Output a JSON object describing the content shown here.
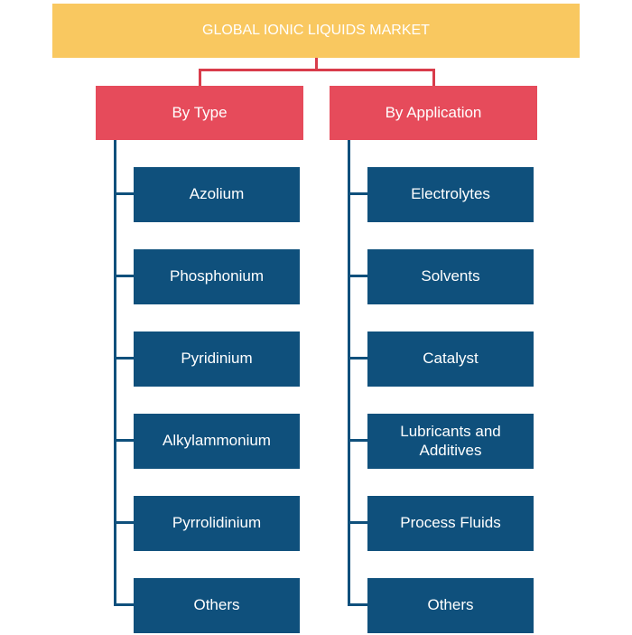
{
  "root": {
    "label": "GLOBAL IONIC LIQUIDS MARKET"
  },
  "branches": [
    {
      "label": "By Type",
      "items": [
        "Azolium",
        "Phosphonium",
        "Pyridinium",
        "Alkylammonium",
        "Pyrrolidinium",
        "Others"
      ]
    },
    {
      "label": "By Application",
      "items": [
        "Electrolytes",
        "Solvents",
        "Catalyst",
        "Lubricants and Additives",
        "Process Fluids",
        "Others"
      ]
    }
  ],
  "colors": {
    "root_fill": "#f9c860",
    "category_fill": "#e64b5b",
    "category_connector": "#d93c4b",
    "leaf_fill": "#0f507c",
    "text": "#ffffff"
  }
}
